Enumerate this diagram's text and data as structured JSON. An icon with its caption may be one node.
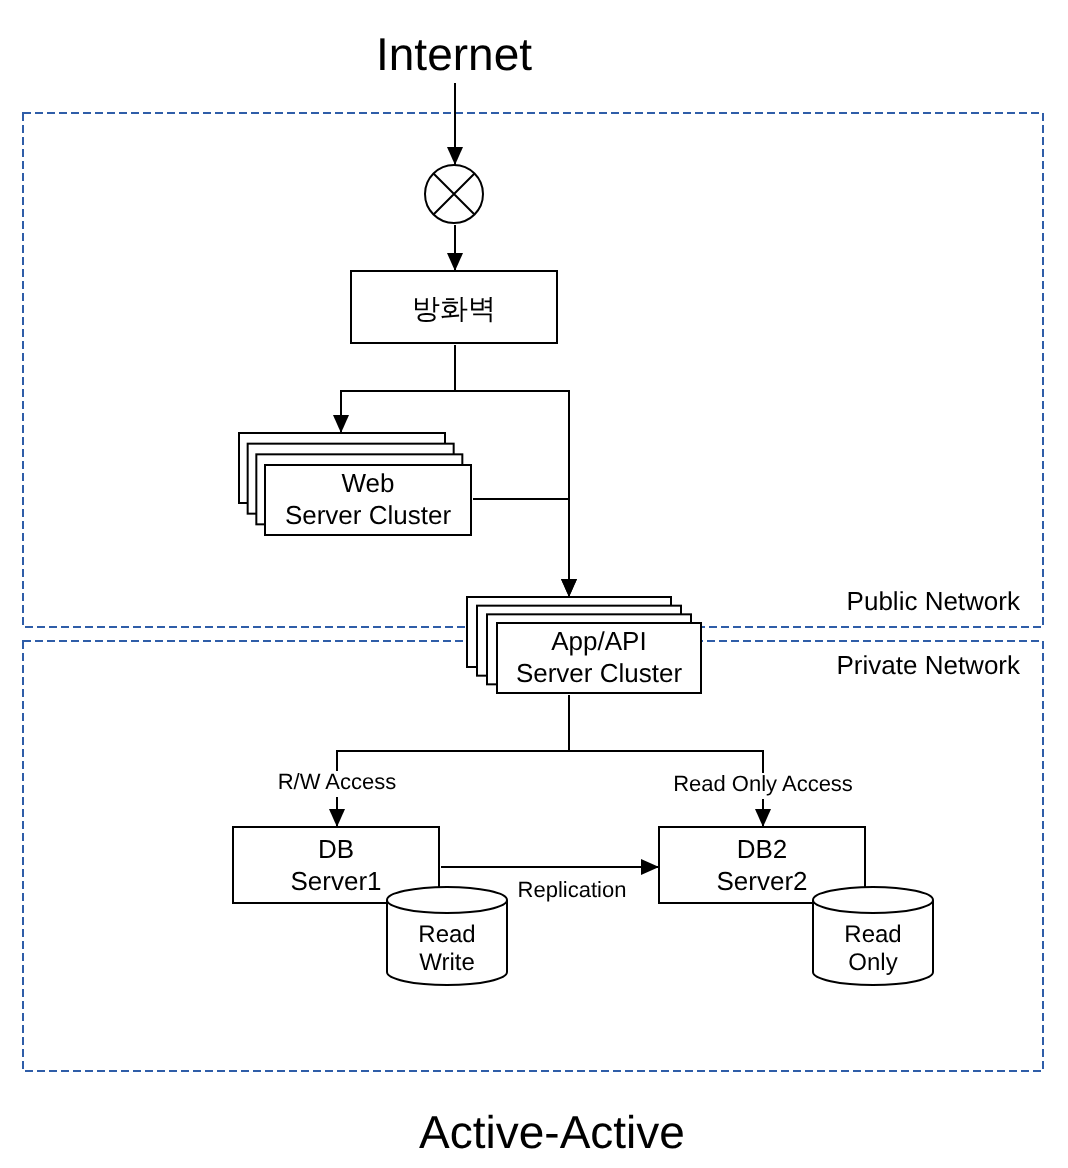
{
  "diagram": {
    "caption": "Active-Active",
    "nodes": [
      {
        "text": [
          "Internet"
        ]
      },
      {
        "text": [
          "Public Network"
        ]
      },
      {
        "text": [],
        "shape": "circle",
        "in": 1
      },
      {
        "text": [
          "방화벽"
        ],
        "in": 1
      },
      {
        "text": [
          "Web Server Cluster"
        ],
        "in": 1
      },
      {
        "text": [
          "App/API Server Cluster"
        ]
      },
      {
        "text": [
          "Private Network"
        ]
      },
      {
        "text": [
          "DB Server1"
        ],
        "in": 6
      },
      {
        "text": [
          "Read Write"
        ],
        "in": 6
      },
      {
        "text": [
          "DB2 Server2"
        ],
        "in": 6
      },
      {
        "text": [
          "Read Only"
        ],
        "in": 6
      }
    ],
    "edges": [
      {
        "from": 0,
        "to": 2,
        "arrow": "to"
      },
      {
        "from": 2,
        "to": 3,
        "arrow": "to"
      },
      {
        "from": 3,
        "to": 4,
        "arrow": "to"
      },
      {
        "from": 3,
        "to": 5,
        "arrow": "to"
      },
      {
        "from": 4,
        "to": 5,
        "arrow": "to"
      },
      {
        "from": 5,
        "to": 7,
        "arrow": "to",
        "label": "R/W Access"
      },
      {
        "from": 5,
        "to": 9,
        "arrow": "to",
        "label": "Read Only Access"
      },
      {
        "from": 7,
        "to": 9,
        "arrow": "to",
        "label": "Replication"
      }
    ]
  }
}
